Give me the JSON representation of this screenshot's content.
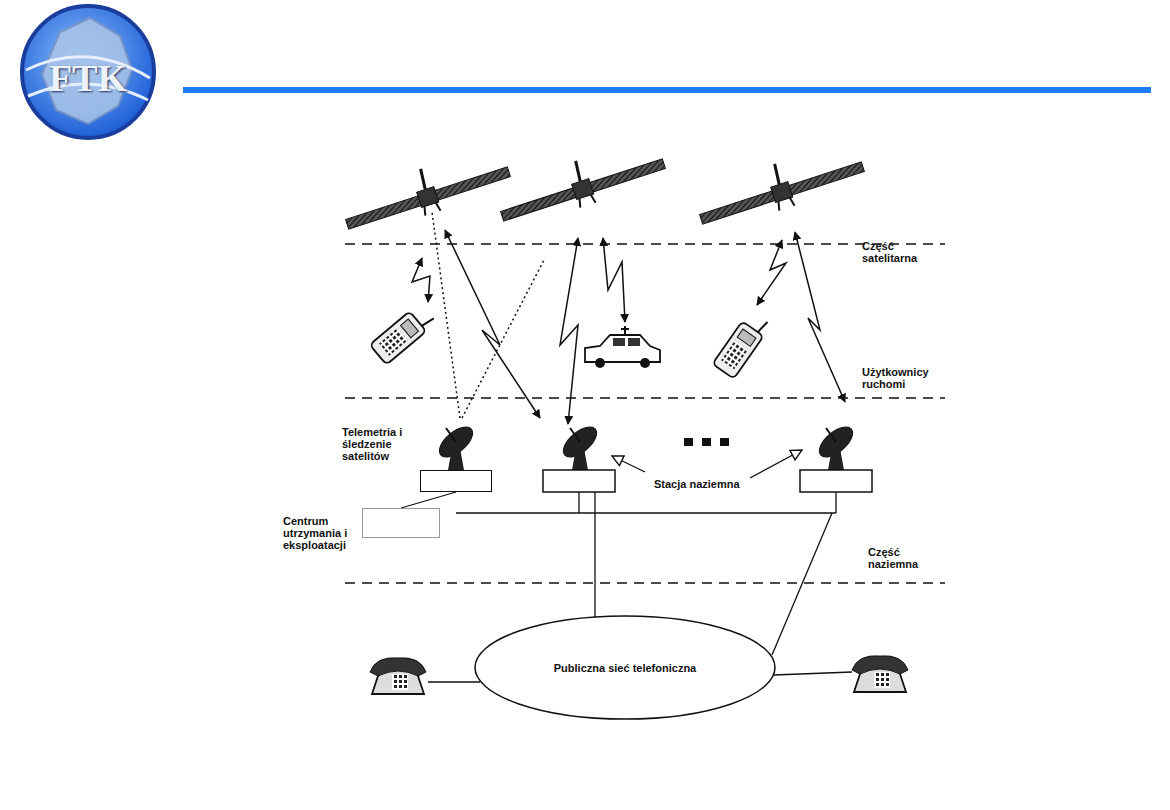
{
  "diagram": {
    "nodes": [
      {
        "text": [
          "Telemetria i śledzenie satelitów"
        ]
      },
      {
        "text": [
          "Centrum utrzymania i eksploatacji"
        ]
      },
      {
        "text": [
          "Publiczna sieć telefoniczna"
        ]
      }
    ],
    "edges": [
      {
        "from": 1,
        "to": 0,
        "arrow": "none"
      }
    ],
    "labels": [
      "FTK",
      "Część satelitarna",
      "Użytkownicy ruchomi",
      "Stacja naziemna",
      "Część naziemna"
    ]
  }
}
